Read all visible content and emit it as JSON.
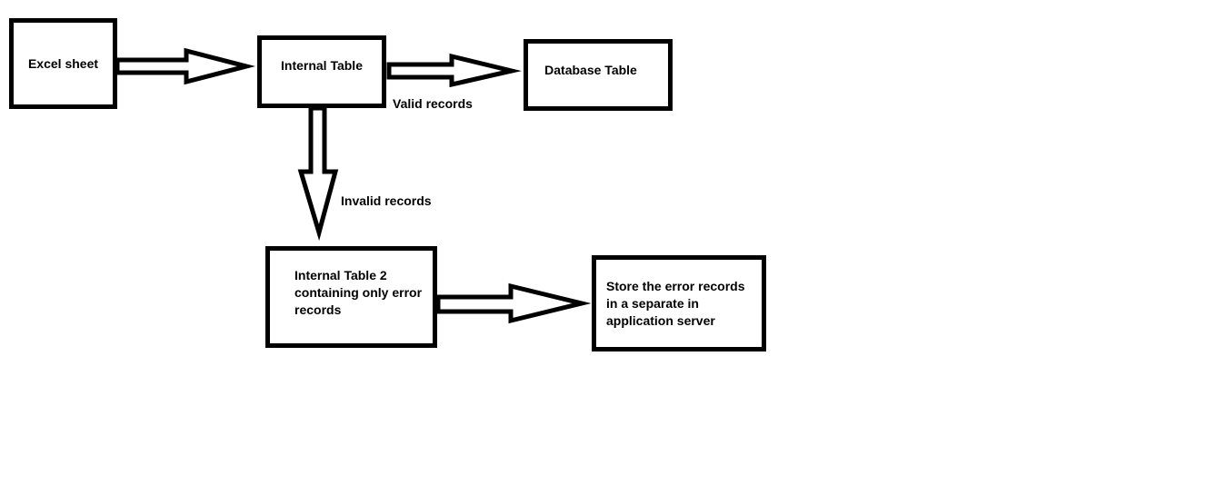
{
  "diagram": {
    "background_color": "#ffffff",
    "line_color": "#000000",
    "boxes": {
      "excel": {
        "label": "Excel sheet"
      },
      "internal_table": {
        "label": "Internal Table"
      },
      "database_table": {
        "label": "Database Table"
      },
      "internal_table_2": {
        "lines": [
          "Internal Table 2",
          "containing only error",
          "records"
        ]
      },
      "store_error": {
        "lines": [
          "Store the error records",
          "in a separate in",
          "application server"
        ]
      }
    },
    "connections": [
      {
        "from": "Excel sheet",
        "to": "Internal Table",
        "label": ""
      },
      {
        "from": "Internal Table",
        "to": "Database Table",
        "label": "Valid records"
      },
      {
        "from": "Internal Table",
        "to": "Internal Table 2",
        "label": "Invalid records"
      },
      {
        "from": "Internal Table 2",
        "to": "Store the error records in a separate in application server",
        "label": ""
      }
    ]
  }
}
